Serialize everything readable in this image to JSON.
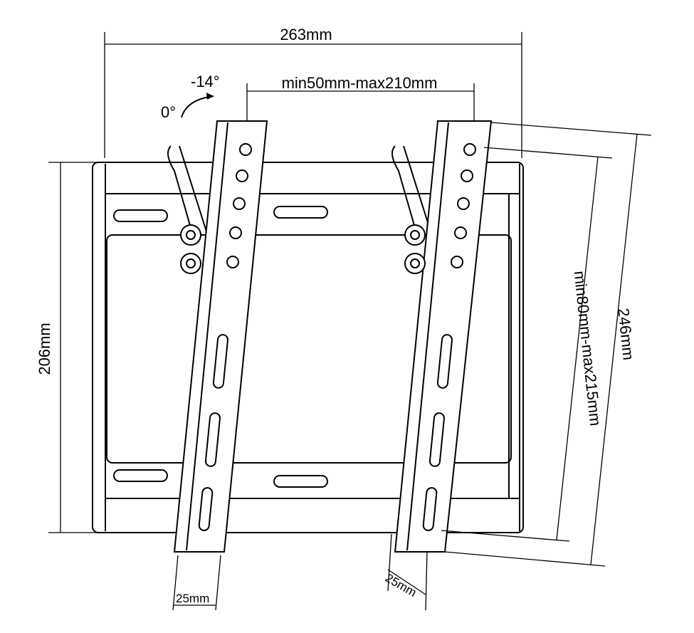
{
  "dimensions": {
    "overall_width": "263mm",
    "vesa_horizontal": "min50mm-max210mm",
    "plate_height": "206mm",
    "bracket_length": "246mm",
    "vesa_vertical": "min80mm-max215mm",
    "bracket_width_left": "25mm",
    "bracket_width_right": "25mm"
  },
  "tilt": {
    "angle_tilted": "-14°",
    "angle_zero": "0°"
  }
}
